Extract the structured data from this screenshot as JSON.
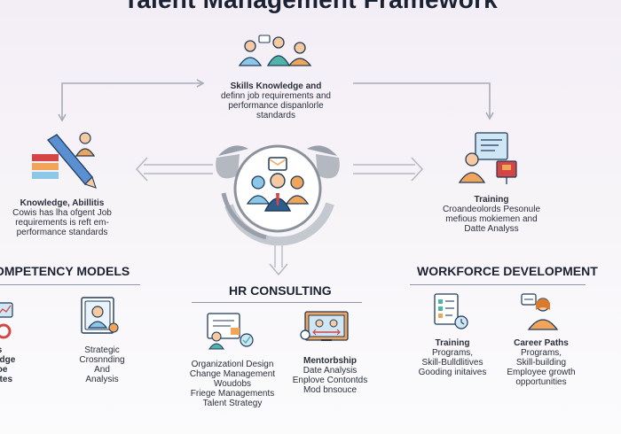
{
  "title": "Talent Management Framework",
  "colors": {
    "navy": "#1f3b5c",
    "orange": "#f0a55b",
    "teal": "#4fb3a9",
    "light_blue": "#8cc7e8",
    "gray": "#a7adb8"
  },
  "top_node": {
    "heading": "Skills Knowledge and",
    "lines": [
      "definn job requirements and",
      "performance dispanlorle",
      "standards"
    ],
    "icon": "team-people-icon"
  },
  "left_node": {
    "heading": "Knowledge, Abillitis",
    "lines": [
      "Cowis has lha ofgent Job",
      "requirements is reft em-",
      "performance standards"
    ],
    "icon": "pencil-chart-icon"
  },
  "right_node": {
    "heading": "Training",
    "lines": [
      "Croandeolords Pesonule",
      "mefious mokiemen and",
      "Datte Analyss"
    ],
    "icon": "trainer-presentation-icon"
  },
  "center_node": {
    "icon": "hr-team-meeting-icon"
  },
  "sections": {
    "competency": {
      "header": "OMPETENCY MODELS",
      "partial_item": {
        "lines": [
          "ls",
          "edge",
          "Ioe",
          "lites"
        ]
      },
      "item": {
        "heading": "Strategic",
        "lines": [
          "Crosnnding",
          "And",
          "Analysis"
        ],
        "icon": "profile-document-icon"
      }
    },
    "hr_consulting": {
      "header": "HR CONSULTING",
      "left_item": {
        "lines": [
          "Organizationl Design",
          "Change Management",
          "Woudobs",
          "Friege Managements",
          "Talent Strategy"
        ],
        "icon": "org-design-icon"
      },
      "right_item": {
        "heading": "Mentorbship",
        "lines": [
          "Date Analysis",
          "Enplove Contontds",
          "Mod bnsouce"
        ],
        "icon": "mentorship-screen-icon"
      }
    },
    "workforce": {
      "header": "WORKFORCE DEVELOPMENT",
      "left_item": {
        "heading": "Training",
        "lines": [
          "Programs,",
          "Skill-Bulldlitives",
          "Gooding initaives"
        ],
        "icon": "checklist-icon"
      },
      "right_item": {
        "heading": "Career Paths",
        "lines": [
          "Programs,",
          "Skill-building",
          "Employee growth",
          "opportunities"
        ],
        "icon": "career-person-icon"
      }
    }
  }
}
